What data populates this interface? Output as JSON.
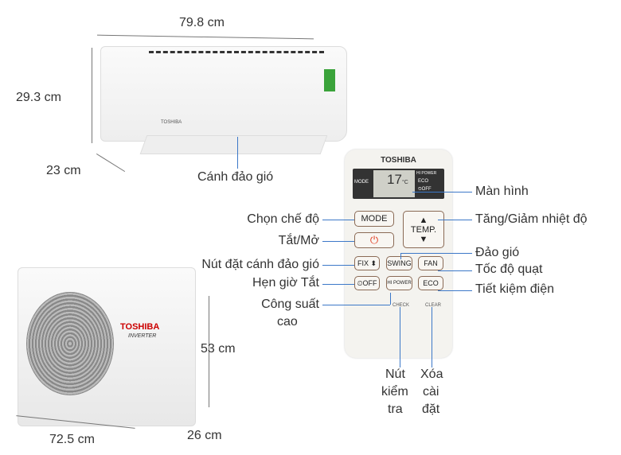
{
  "dimensions": {
    "indoor_width": "79.8 cm",
    "indoor_height": "29.3 cm",
    "indoor_depth": "23 cm",
    "outdoor_width": "72.5 cm",
    "outdoor_height": "53 cm",
    "outdoor_depth": "26 cm"
  },
  "indoor_label": "Cánh đảo gió",
  "brand": "TOSHIBA",
  "outdoor_badge": "INVERTER",
  "remote": {
    "display": {
      "mode": "MODE",
      "temp": "17",
      "unit": "°C",
      "hipower": "HI POWER",
      "eco": "ECO",
      "off": "⏲OFF"
    },
    "buttons": {
      "mode": "MODE",
      "power": "⏻",
      "temp": "TEMP.",
      "fix": "FIX ⬍",
      "swing": "SWING",
      "fan": "FAN",
      "off": "⏲OFF",
      "hipower": "HI POWER",
      "eco": "ECO",
      "check": "CHECK",
      "clear": "CLEAR"
    }
  },
  "callouts": {
    "screen": "Màn hình",
    "temp": "Tăng/Giảm nhiệt độ",
    "swing": "Đảo gió",
    "fan": "Tốc độ quạt",
    "eco": "Tiết kiệm điện",
    "mode": "Chọn chế độ",
    "power": "Tắt/Mở",
    "fix": "Nút đặt cánh đảo gió",
    "off_timer": "Hẹn giờ Tắt",
    "hipower_1": "Công suất",
    "hipower_2": "cao",
    "check_1": "Nút",
    "check_2": "kiểm",
    "check_3": "tra",
    "clear_1": "Xóa",
    "clear_2": "cài",
    "clear_3": "đặt"
  }
}
